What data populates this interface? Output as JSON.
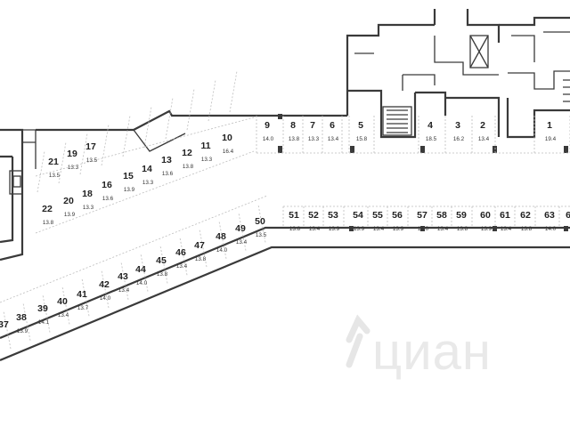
{
  "watermark": {
    "text": "циан",
    "icon": "cian-logo-icon"
  },
  "colors": {
    "wall": "#3a3a3a",
    "spot_outline": "#bdbdbd",
    "text": "#222222",
    "watermark": "#e9e9e9"
  },
  "spots": [
    {
      "n": "1",
      "a": "19.4"
    },
    {
      "n": "2",
      "a": "13.4"
    },
    {
      "n": "3",
      "a": "16.2"
    },
    {
      "n": "4",
      "a": "18.5"
    },
    {
      "n": "5",
      "a": "15.8"
    },
    {
      "n": "6",
      "a": "13.4"
    },
    {
      "n": "7",
      "a": "13.3"
    },
    {
      "n": "8",
      "a": "13.8"
    },
    {
      "n": "9",
      "a": "14.0"
    },
    {
      "n": "10",
      "a": "16.4"
    },
    {
      "n": "11",
      "a": "13.3"
    },
    {
      "n": "12",
      "a": "13.8"
    },
    {
      "n": "13",
      "a": "13.6"
    },
    {
      "n": "14",
      "a": "13.3"
    },
    {
      "n": "15",
      "a": "13.9"
    },
    {
      "n": "16",
      "a": "13.6"
    },
    {
      "n": "17",
      "a": "13.5"
    },
    {
      "n": "18",
      "a": "13.3"
    },
    {
      "n": "19",
      "a": "13.3"
    },
    {
      "n": "20",
      "a": "13.9"
    },
    {
      "n": "21",
      "a": "13.5"
    },
    {
      "n": "22",
      "a": "13.8"
    },
    {
      "n": "37",
      "a": ""
    },
    {
      "n": "38",
      "a": "13.9"
    },
    {
      "n": "39",
      "a": "14.1"
    },
    {
      "n": "40",
      "a": "13.4"
    },
    {
      "n": "41",
      "a": "13.7"
    },
    {
      "n": "42",
      "a": "14.0"
    },
    {
      "n": "43",
      "a": "13.4"
    },
    {
      "n": "44",
      "a": "14.0"
    },
    {
      "n": "45",
      "a": "13.8"
    },
    {
      "n": "46",
      "a": "13.4"
    },
    {
      "n": "47",
      "a": "13.8"
    },
    {
      "n": "48",
      "a": "14.0"
    },
    {
      "n": "49",
      "a": "13.4"
    },
    {
      "n": "50",
      "a": "13.5"
    },
    {
      "n": "51",
      "a": "13.8"
    },
    {
      "n": "52",
      "a": "13.4"
    },
    {
      "n": "53",
      "a": "13.9"
    },
    {
      "n": "54",
      "a": "13.9"
    },
    {
      "n": "55",
      "a": "13.4"
    },
    {
      "n": "56",
      "a": "13.9"
    },
    {
      "n": "57",
      "a": "14.0"
    },
    {
      "n": "58",
      "a": "13.4"
    },
    {
      "n": "59",
      "a": "13.8"
    },
    {
      "n": "60",
      "a": "13.9"
    },
    {
      "n": "61",
      "a": "13.4"
    },
    {
      "n": "62",
      "a": "13.8"
    },
    {
      "n": "63",
      "a": "14.0"
    },
    {
      "n": "6",
      "a": ""
    }
  ]
}
